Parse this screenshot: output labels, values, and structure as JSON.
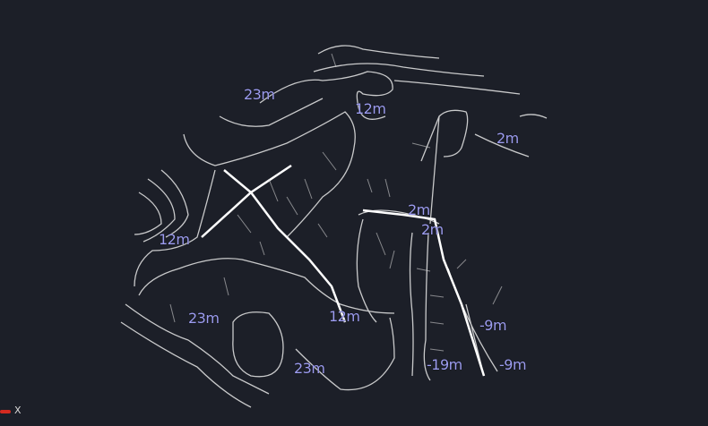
{
  "scene": {
    "background": "#1c1f28",
    "label_color": "#9c9cf0",
    "contour_labels": [
      {
        "text": "23m"
      },
      {
        "text": "12m"
      },
      {
        "text": "2m"
      },
      {
        "text": "12m"
      },
      {
        "text": "2m"
      },
      {
        "text": "2m"
      },
      {
        "text": "23m"
      },
      {
        "text": "12m"
      },
      {
        "text": "23m"
      },
      {
        "text": "-9m"
      },
      {
        "text": "-19m"
      },
      {
        "text": "-9m"
      }
    ]
  },
  "axis": {
    "x_label": "X",
    "x_color": "#d42a20"
  }
}
